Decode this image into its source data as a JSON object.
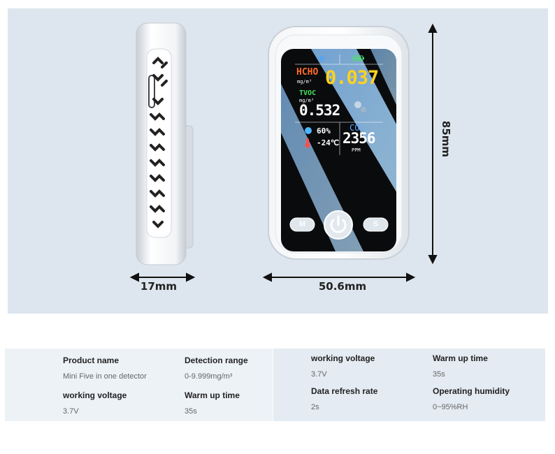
{
  "dimensions": {
    "side_thickness": "17mm",
    "width": "50.6mm",
    "height": "85mm"
  },
  "screen": {
    "hcho_label": "HCHO",
    "hcho_unit": "mg/m³",
    "hcho_value": "0.037",
    "tvoc_label": "TVOC",
    "tvoc_unit": "mg/m³",
    "tvoc_value": "0.532",
    "humidity": "60%",
    "temperature": "-24℃",
    "co2_label": "CO₂",
    "co2_value": "2356",
    "co2_unit": "PPM"
  },
  "buttons": {
    "mode": "M",
    "set": "S"
  },
  "specs_left": {
    "product_name_label": "Product name",
    "product_name_value": "Mini Five in one detector",
    "detection_range_label": "Detection range",
    "detection_range_value": "0-9.999mg/m³",
    "working_voltage_label": "working voltage",
    "working_voltage_value": "3.7V",
    "warm_up_label": "Warm up time",
    "warm_up_value": "35s"
  },
  "specs_right": {
    "working_voltage_label": "working voltage",
    "working_voltage_value": "3.7V",
    "warm_up_label": "Warm up time",
    "warm_up_value": "35s",
    "refresh_label": "Data refresh rate",
    "refresh_value": "2s",
    "humidity_label": "Operating humidity",
    "humidity_value": "0~95%RH"
  },
  "colors": {
    "panel_bg": "#dde6ee",
    "hcho": "#ff6a2a",
    "hcho_value": "#ffd21e",
    "tvoc": "#44e35a",
    "co2": "#5aa8ff"
  }
}
